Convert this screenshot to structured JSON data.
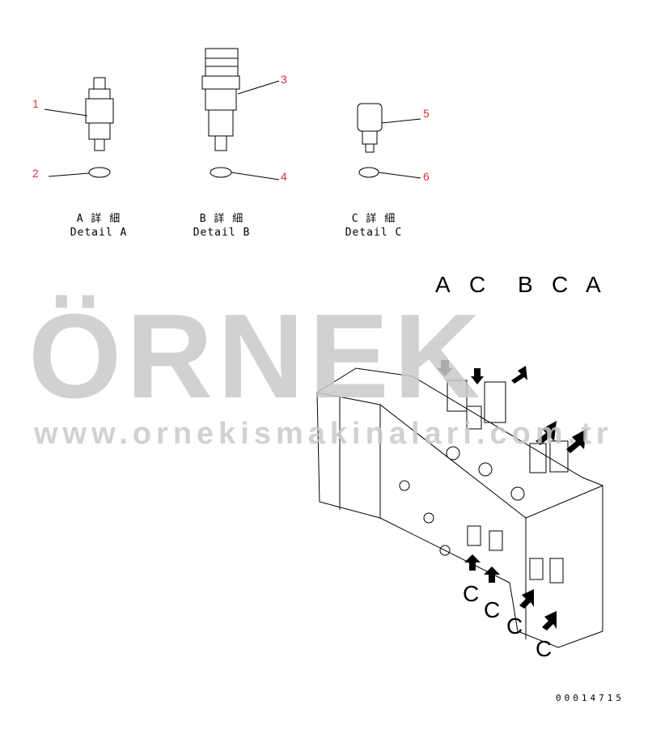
{
  "parts": [
    {
      "number": "1"
    },
    {
      "number": "2"
    },
    {
      "number": "3"
    },
    {
      "number": "4"
    },
    {
      "number": "5"
    },
    {
      "number": "6"
    }
  ],
  "details": [
    {
      "jp": "A 詳 細",
      "en": "Detail A"
    },
    {
      "jp": "B 詳 細",
      "en": "Detail B"
    },
    {
      "jp": "C 詳 細",
      "en": "Detail C"
    }
  ],
  "callouts": [
    "A",
    "C",
    "B",
    "C",
    "A",
    "C",
    "C",
    "C",
    "C"
  ],
  "watermark": {
    "brand": "ÖRNEK",
    "url": "www.ornekismakinalari.com.tr"
  },
  "drawing_code": "00014715",
  "colors": {
    "part_number": "#e0302a",
    "watermark": "#c9c9c9",
    "line": "#000000"
  }
}
